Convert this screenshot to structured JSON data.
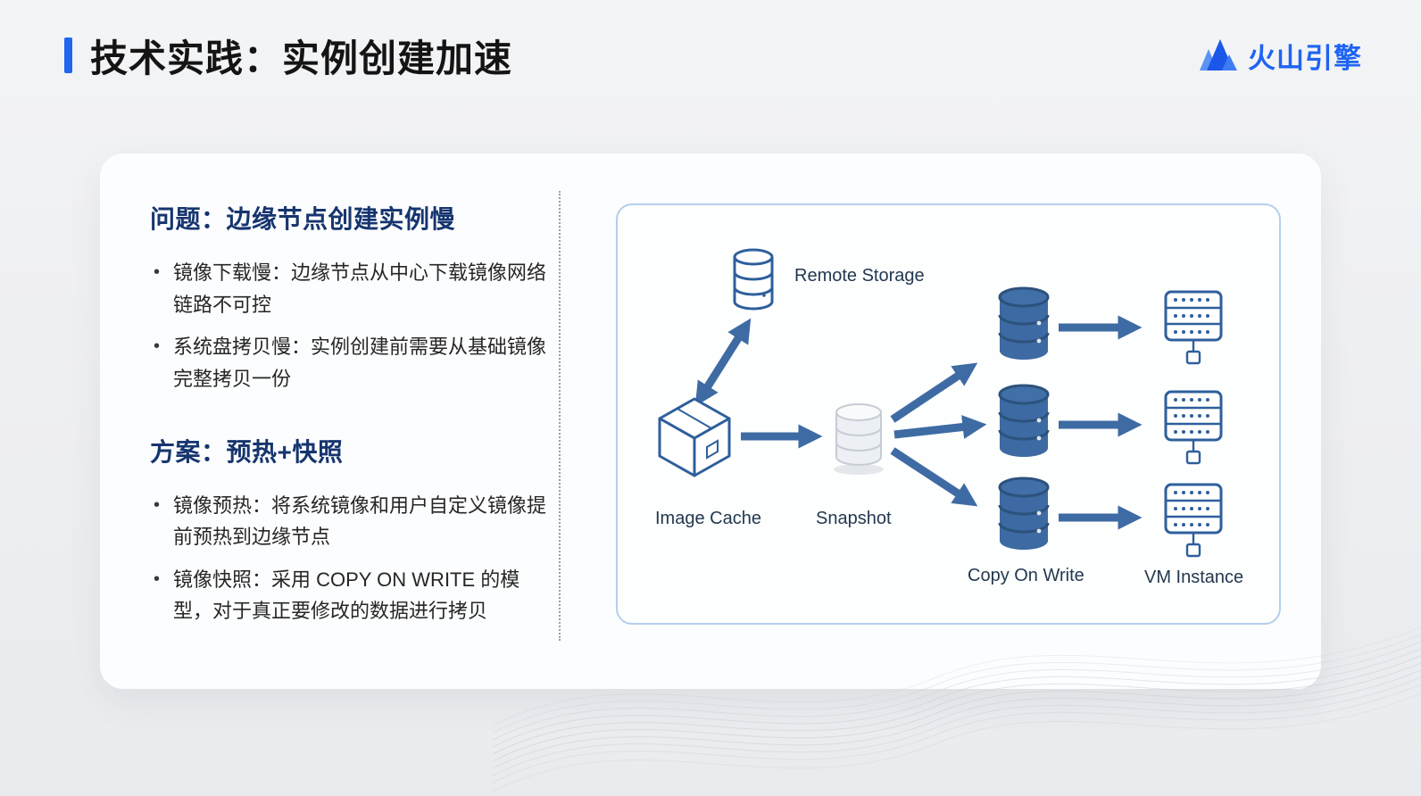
{
  "header": {
    "title": "技术实践：实例创建加速",
    "brand": "火山引擎"
  },
  "panel": {
    "problem": {
      "heading": "问题：边缘节点创建实例慢",
      "bullets": [
        "镜像下载慢：边缘节点从中心下载镜像网络链路不可控",
        "系统盘拷贝慢：实例创建前需要从基础镜像完整拷贝一份"
      ]
    },
    "solution": {
      "heading": "方案：预热+快照",
      "bullets": [
        "镜像预热：将系统镜像和用户自定义镜像提前预热到边缘节点",
        "镜像快照：采用 COPY ON WRITE 的模型，对于真正要修改的数据进行拷贝"
      ]
    }
  },
  "diagram": {
    "nodes": {
      "remote_storage": "Remote Storage",
      "image_cache": "Image Cache",
      "snapshot": "Snapshot",
      "copy_on_write": "Copy On Write",
      "vm_instance": "VM Instance"
    }
  },
  "colors": {
    "accent_blue": "#2166f0",
    "brand_blue": "#1f64f2",
    "heading_navy": "#16356f",
    "diagram_stroke_blue": "#2e5f9c",
    "diagram_arrow_blue": "#3e6ba3",
    "diagram_border_blue": "#b3cfee"
  }
}
